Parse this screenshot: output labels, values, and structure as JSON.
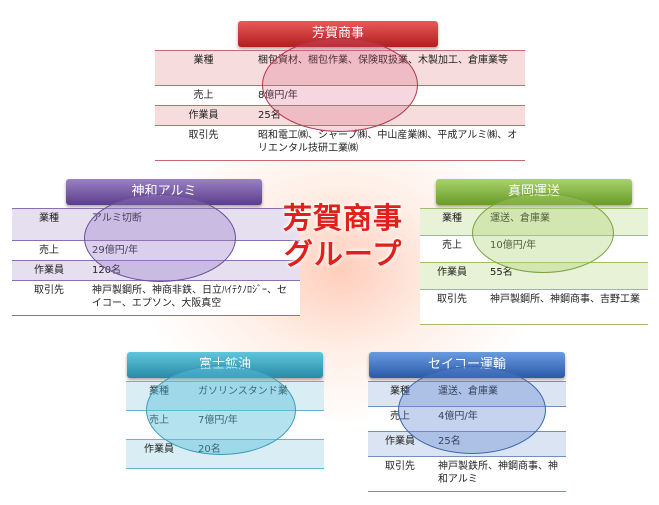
{
  "group_title": {
    "line1": "芳賀商事",
    "line2": "グループ"
  },
  "companies": {
    "haga": {
      "name": "芳賀商事",
      "rows": [
        {
          "label": "業種",
          "value": "梱包資材、梱包作業、保険取扱業、木製加工、倉庫業等"
        },
        {
          "label": "売上",
          "value": "8億円/年"
        },
        {
          "label": "作業員",
          "value": "25名"
        },
        {
          "label": "取引先",
          "value": "昭和電工㈱、シャープ㈱、中山産業㈱、平成アルミ㈱、オリエンタル技研工業㈱"
        }
      ]
    },
    "shinwa": {
      "name": "神和アルミ",
      "rows": [
        {
          "label": "業種",
          "value": "アルミ切断"
        },
        {
          "label": "売上",
          "value": "29億円/年"
        },
        {
          "label": "作業員",
          "value": "120名"
        },
        {
          "label": "取引先",
          "value": "神戸製鋼所、神商非鉄、日立ﾊｲﾃｸﾉﾛｼﾞｰ、セイコー、エプソン、大阪真空"
        }
      ]
    },
    "moka": {
      "name": "真岡運送",
      "rows": [
        {
          "label": "業種",
          "value": "運送、倉庫業"
        },
        {
          "label": "売上",
          "value": "10億円/年"
        },
        {
          "label": "作業員",
          "value": "55名"
        },
        {
          "label": "取引先",
          "value": "神戸製鋼所、神鋼商事、吉野工業"
        }
      ]
    },
    "fuji": {
      "name": "富士鉱油",
      "rows": [
        {
          "label": "業種",
          "value": "ガソリンスタンド業"
        },
        {
          "label": "売上",
          "value": "7億円/年"
        },
        {
          "label": "作業員",
          "value": "20名"
        }
      ]
    },
    "seiko": {
      "name": "セイコー運輸",
      "rows": [
        {
          "label": "業種",
          "value": "運送、倉庫業"
        },
        {
          "label": "売上",
          "value": "4億円/年"
        },
        {
          "label": "作業員",
          "value": "25名"
        },
        {
          "label": "取引先",
          "value": "神戸製鉄所、神鋼商事、神和アルミ"
        }
      ]
    }
  }
}
